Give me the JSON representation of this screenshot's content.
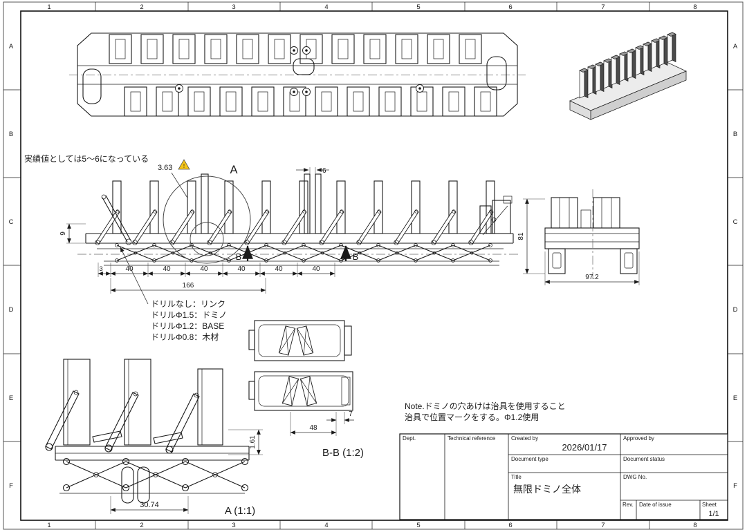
{
  "frame": {
    "cols": [
      "1",
      "2",
      "3",
      "4",
      "5",
      "6",
      "7",
      "8"
    ],
    "rows": [
      "A",
      "B",
      "C",
      "D",
      "E",
      "F"
    ]
  },
  "colors": {
    "line": "#1a1a1a",
    "warning": "#f5c518",
    "paper": "#ffffff"
  },
  "icons": {
    "warning": "!"
  },
  "front_view": {
    "note": "実績値としては5〜6になっている",
    "dim_gap_top": "3.63",
    "detail_label": "A",
    "dim_plate_gap": "6",
    "dim_rail_height": "9",
    "dim_total_height": "81",
    "section_label_left": "B",
    "section_label_right": "B",
    "dim_chain": [
      "3",
      "40",
      "40",
      "40",
      "40",
      "40",
      "40"
    ],
    "dim_overall": "166"
  },
  "side_view": {
    "dim_width": "97.2"
  },
  "drill_legend": [
    "ドリルなし：リンク",
    "ドリルΦ1.5：ドミノ",
    "ドリルΦ1.2：BASE",
    "ドリルΦ0.8：木材"
  ],
  "detail_a": {
    "dim_height": "1.61",
    "dim_width": "30.74",
    "label": "A (1:1)"
  },
  "section_bb": {
    "dim_offset": "7",
    "dim_width": "48",
    "label": "B-B (1:2)"
  },
  "notes": {
    "line1": "Note.ドミノの穴あけは治具を使用すること",
    "line2": "治具で位置マークをする。Φ1.2使用"
  },
  "title_block": {
    "dept_label": "Dept.",
    "technical_reference_label": "Technical reference",
    "created_by_label": "Created by",
    "created_by_value": "2026/01/17",
    "approved_by_label": "Approved by",
    "document_type_label": "Document type",
    "document_status_label": "Document status",
    "title_label": "Title",
    "title_value": "無限ドミノ全体",
    "dwg_no_label": "DWG No.",
    "rev_label": "Rev.",
    "date_of_issue_label": "Date of issue",
    "sheet_label": "Sheet",
    "sheet_value": "1/1"
  }
}
